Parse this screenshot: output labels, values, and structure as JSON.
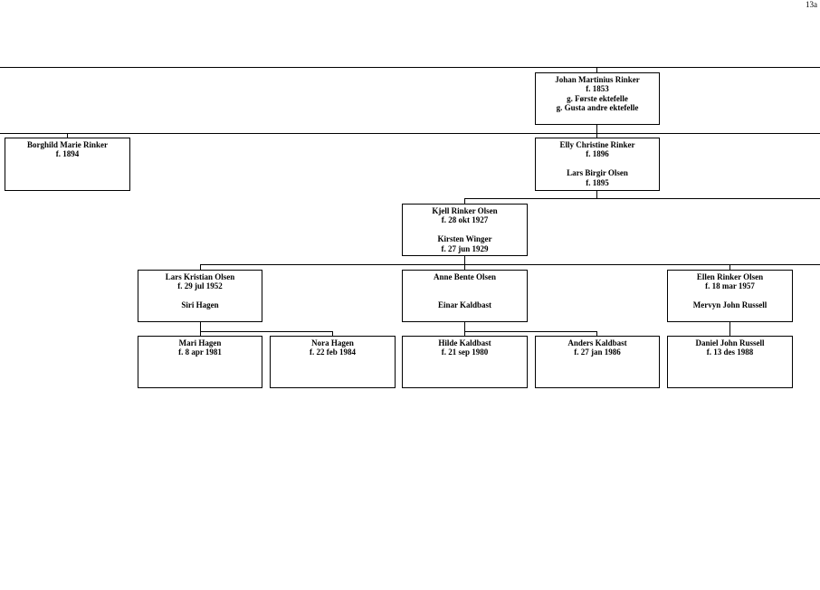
{
  "page": {
    "number": "13a"
  },
  "persons": {
    "johan": {
      "name": "Johan Martinius Rinker",
      "birth": "f. 1853",
      "spouse1": "g. Første ektefelle",
      "spouse2": "g. Gusta andre ektefelle"
    },
    "borghild": {
      "name": "Borghild Marie Rinker",
      "birth": "f. 1894"
    },
    "elly": {
      "name": "Elly Christine Rinker",
      "birth": "f. 1896",
      "spouse": "Lars Birgir Olsen",
      "spouse_birth": "f. 1895"
    },
    "kjell": {
      "name": "Kjell Rinker Olsen",
      "birth": "f. 28 okt 1927",
      "spouse": "Kirsten Winger",
      "spouse_birth": "f. 27 jun 1929"
    },
    "lars": {
      "name": "Lars Kristian Olsen",
      "birth": "f. 29 jul 1952",
      "spouse": "Siri Hagen"
    },
    "anne": {
      "name": "Anne Bente Olsen",
      "spouse": "Einar Kaldbast"
    },
    "ellen": {
      "name": "Ellen Rinker Olsen",
      "birth": "f. 18 mar 1957",
      "spouse": "Mervyn John Russell"
    },
    "mari": {
      "name": "Mari Hagen",
      "birth": "f. 8 apr 1981"
    },
    "nora": {
      "name": "Nora Hagen",
      "birth": "f. 22 feb 1984"
    },
    "hilde": {
      "name": "Hilde Kaldbast",
      "birth": "f. 21 sep 1980"
    },
    "anders": {
      "name": "Anders Kaldbast",
      "birth": "f. 27 jan 1986"
    },
    "daniel": {
      "name": "Daniel John Russell",
      "birth": "f. 13 des 1988"
    }
  }
}
